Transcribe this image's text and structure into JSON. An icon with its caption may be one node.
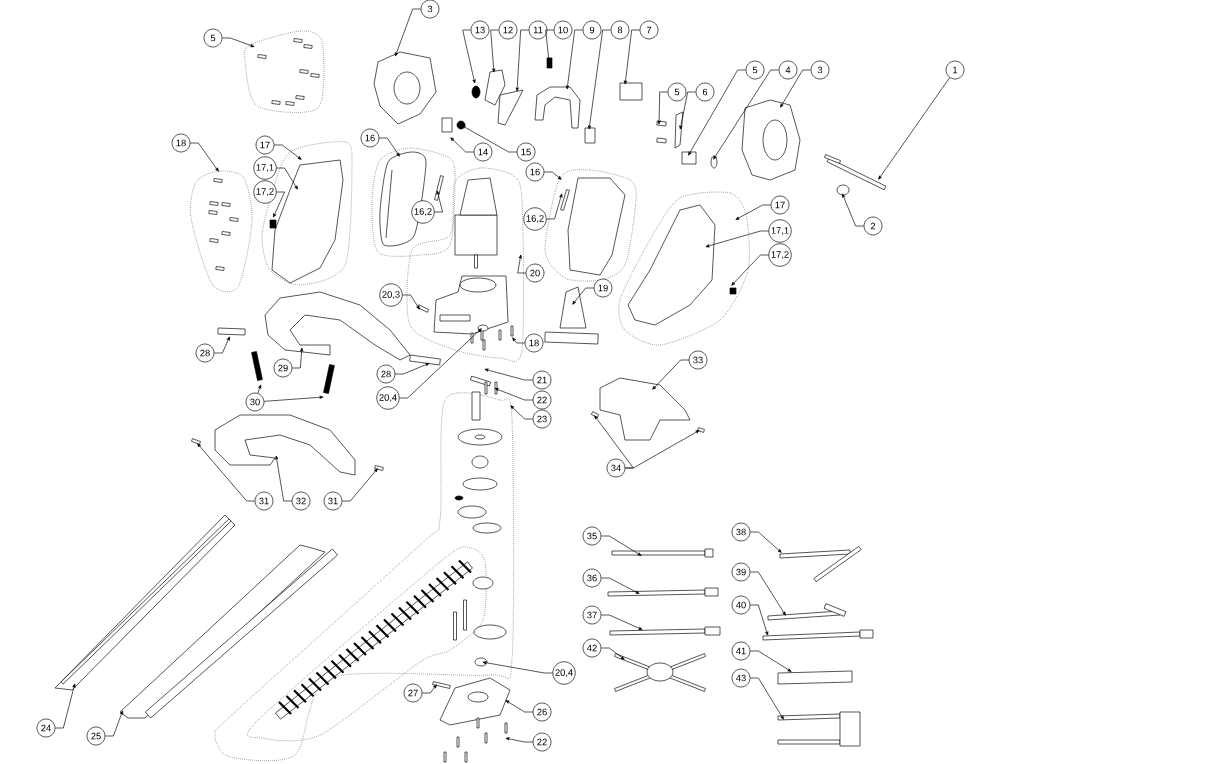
{
  "diagram": {
    "nodes": [
      {
        "text": [
          "3"
        ]
      },
      {
        "text": [
          "5"
        ]
      },
      {
        "text": [
          "13"
        ]
      },
      {
        "text": [
          "12"
        ]
      },
      {
        "text": [
          "11"
        ]
      },
      {
        "text": [
          "10"
        ]
      },
      {
        "text": [
          "9"
        ]
      },
      {
        "text": [
          "8"
        ]
      },
      {
        "text": [
          "7"
        ]
      },
      {
        "text": [
          "5"
        ]
      },
      {
        "text": [
          "4"
        ]
      },
      {
        "text": [
          "3"
        ]
      },
      {
        "text": [
          "1"
        ]
      },
      {
        "text": [
          "5"
        ]
      },
      {
        "text": [
          "6"
        ]
      },
      {
        "text": [
          "2"
        ]
      },
      {
        "text": [
          "14"
        ]
      },
      {
        "text": [
          "15"
        ]
      },
      {
        "text": [
          "18"
        ]
      },
      {
        "text": [
          "17"
        ]
      },
      {
        "text": [
          "17,1"
        ]
      },
      {
        "text": [
          "17,2"
        ]
      },
      {
        "text": [
          "16"
        ]
      },
      {
        "text": [
          "16,2"
        ]
      },
      {
        "text": [
          "16"
        ]
      },
      {
        "text": [
          "16,2"
        ]
      },
      {
        "text": [
          "17"
        ]
      },
      {
        "text": [
          "17,1"
        ]
      },
      {
        "text": [
          "17,2"
        ]
      },
      {
        "text": [
          "20"
        ]
      },
      {
        "text": [
          "19"
        ]
      },
      {
        "text": [
          "20,3"
        ]
      },
      {
        "text": [
          "18"
        ]
      },
      {
        "text": [
          "28"
        ]
      },
      {
        "text": [
          "29"
        ]
      },
      {
        "text": [
          "28"
        ]
      },
      {
        "text": [
          "20,4"
        ]
      },
      {
        "text": [
          "30"
        ]
      },
      {
        "text": [
          "21"
        ]
      },
      {
        "text": [
          "22"
        ]
      },
      {
        "text": [
          "23"
        ]
      },
      {
        "text": [
          "33"
        ]
      },
      {
        "text": [
          "34"
        ]
      },
      {
        "text": [
          "31"
        ]
      },
      {
        "text": [
          "32"
        ]
      },
      {
        "text": [
          "31"
        ]
      },
      {
        "text": [
          "35"
        ]
      },
      {
        "text": [
          "36"
        ]
      },
      {
        "text": [
          "37"
        ]
      },
      {
        "text": [
          "42"
        ]
      },
      {
        "text": [
          "38"
        ]
      },
      {
        "text": [
          "39"
        ]
      },
      {
        "text": [
          "40"
        ]
      },
      {
        "text": [
          "41"
        ]
      },
      {
        "text": [
          "43"
        ]
      },
      {
        "text": [
          "24"
        ]
      },
      {
        "text": [
          "25"
        ]
      },
      {
        "text": [
          "20,4"
        ]
      },
      {
        "text": [
          "27"
        ]
      },
      {
        "text": [
          "26"
        ]
      },
      {
        "text": [
          "22"
        ]
      }
    ],
    "edges": [
      {
        "from": 0,
        "to": null,
        "arrow": "to"
      },
      {
        "from": 1,
        "to": null,
        "arrow": "to"
      },
      {
        "from": 2,
        "to": null,
        "arrow": "to"
      },
      {
        "from": 3,
        "to": null,
        "arrow": "to"
      },
      {
        "from": 4,
        "to": null,
        "arrow": "to"
      },
      {
        "from": 5,
        "to": null,
        "arrow": "to"
      },
      {
        "from": 6,
        "to": null,
        "arrow": "to"
      },
      {
        "from": 7,
        "to": null,
        "arrow": "to"
      },
      {
        "from": 8,
        "to": null,
        "arrow": "to"
      },
      {
        "from": 9,
        "to": null,
        "arrow": "to"
      },
      {
        "from": 10,
        "to": null,
        "arrow": "to"
      },
      {
        "from": 11,
        "to": null,
        "arrow": "to"
      },
      {
        "from": 12,
        "to": null,
        "arrow": "to"
      },
      {
        "from": 13,
        "to": null,
        "arrow": "to"
      },
      {
        "from": 14,
        "to": null,
        "arrow": "to"
      },
      {
        "from": 15,
        "to": null,
        "arrow": "to"
      },
      {
        "from": 16,
        "to": null,
        "arrow": "to"
      },
      {
        "from": 17,
        "to": null,
        "arrow": "to"
      },
      {
        "from": 18,
        "to": null,
        "arrow": "to"
      },
      {
        "from": 19,
        "to": null,
        "arrow": "to"
      },
      {
        "from": 20,
        "to": null,
        "arrow": "to"
      },
      {
        "from": 21,
        "to": null,
        "arrow": "to"
      },
      {
        "from": 22,
        "to": null,
        "arrow": "to"
      },
      {
        "from": 23,
        "to": null,
        "arrow": "to"
      },
      {
        "from": 24,
        "to": null,
        "arrow": "to"
      },
      {
        "from": 25,
        "to": null,
        "arrow": "to"
      },
      {
        "from": 26,
        "to": null,
        "arrow": "to"
      },
      {
        "from": 27,
        "to": null,
        "arrow": "to"
      },
      {
        "from": 28,
        "to": null,
        "arrow": "to"
      },
      {
        "from": 29,
        "to": null,
        "arrow": "to"
      },
      {
        "from": 30,
        "to": null,
        "arrow": "to"
      },
      {
        "from": 31,
        "to": null,
        "arrow": "to"
      },
      {
        "from": 32,
        "to": null,
        "arrow": "to"
      },
      {
        "from": 33,
        "to": null,
        "arrow": "to"
      },
      {
        "from": 34,
        "to": null,
        "arrow": "to"
      },
      {
        "from": 35,
        "to": null,
        "arrow": "to"
      },
      {
        "from": 36,
        "to": null,
        "arrow": "to"
      },
      {
        "from": 37,
        "to": null,
        "arrow": "to"
      },
      {
        "from": 37,
        "to": null,
        "arrow": "to"
      },
      {
        "from": 38,
        "to": null,
        "arrow": "to"
      },
      {
        "from": 39,
        "to": null,
        "arrow": "to"
      },
      {
        "from": 40,
        "to": null,
        "arrow": "to"
      },
      {
        "from": 41,
        "to": null,
        "arrow": "to"
      },
      {
        "from": 42,
        "to": null,
        "arrow": "to"
      },
      {
        "from": 42,
        "to": null,
        "arrow": "to"
      },
      {
        "from": 43,
        "to": null,
        "arrow": "to"
      },
      {
        "from": 44,
        "to": null,
        "arrow": "to"
      },
      {
        "from": 45,
        "to": null,
        "arrow": "to"
      },
      {
        "from": 46,
        "to": null,
        "arrow": "to"
      },
      {
        "from": 47,
        "to": null,
        "arrow": "to"
      },
      {
        "from": 48,
        "to": null,
        "arrow": "to"
      },
      {
        "from": 49,
        "to": null,
        "arrow": "to"
      },
      {
        "from": 50,
        "to": null,
        "arrow": "to"
      },
      {
        "from": 51,
        "to": null,
        "arrow": "to"
      },
      {
        "from": 52,
        "to": null,
        "arrow": "to"
      },
      {
        "from": 53,
        "to": null,
        "arrow": "to"
      },
      {
        "from": 54,
        "to": null,
        "arrow": "to"
      },
      {
        "from": 55,
        "to": null,
        "arrow": "to"
      },
      {
        "from": 56,
        "to": null,
        "arrow": "to"
      },
      {
        "from": 57,
        "to": null,
        "arrow": "to"
      },
      {
        "from": 58,
        "to": null,
        "arrow": "to"
      },
      {
        "from": 59,
        "to": null,
        "arrow": "to"
      },
      {
        "from": 60,
        "to": null,
        "arrow": "to"
      }
    ]
  }
}
